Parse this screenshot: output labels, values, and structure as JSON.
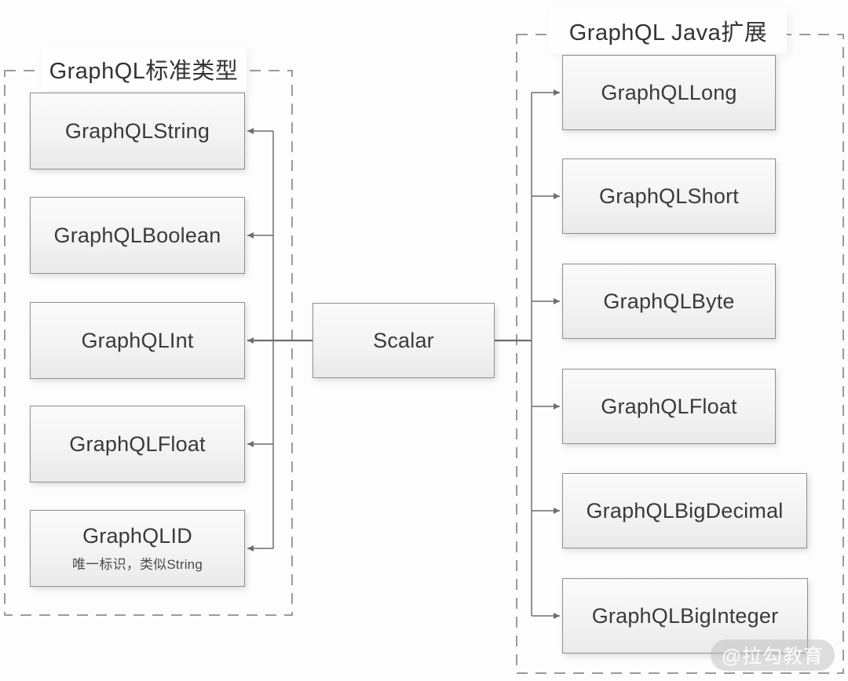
{
  "diagram": {
    "center_node": {
      "label": "Scalar"
    },
    "left_group": {
      "title": "GraphQL标准类型",
      "nodes": [
        {
          "label": "GraphQLString"
        },
        {
          "label": "GraphQLBoolean"
        },
        {
          "label": "GraphQLInt"
        },
        {
          "label": "GraphQLFloat"
        },
        {
          "label": "GraphQLID",
          "sublabel": "唯一标识，类似String"
        }
      ]
    },
    "right_group": {
      "title": "GraphQL Java扩展",
      "nodes": [
        {
          "label": "GraphQLLong"
        },
        {
          "label": "GraphQLShort"
        },
        {
          "label": "GraphQLByte"
        },
        {
          "label": "GraphQLFloat"
        },
        {
          "label": "GraphQLBigDecimal"
        },
        {
          "label": "GraphQLBigInteger"
        }
      ]
    },
    "watermark": "@拉勾教育",
    "colors": {
      "line": "#6e6e6e",
      "dashed_border": "#9b9b9b",
      "node_border": "#8f8f8f",
      "text": "#3a3a3a"
    }
  }
}
